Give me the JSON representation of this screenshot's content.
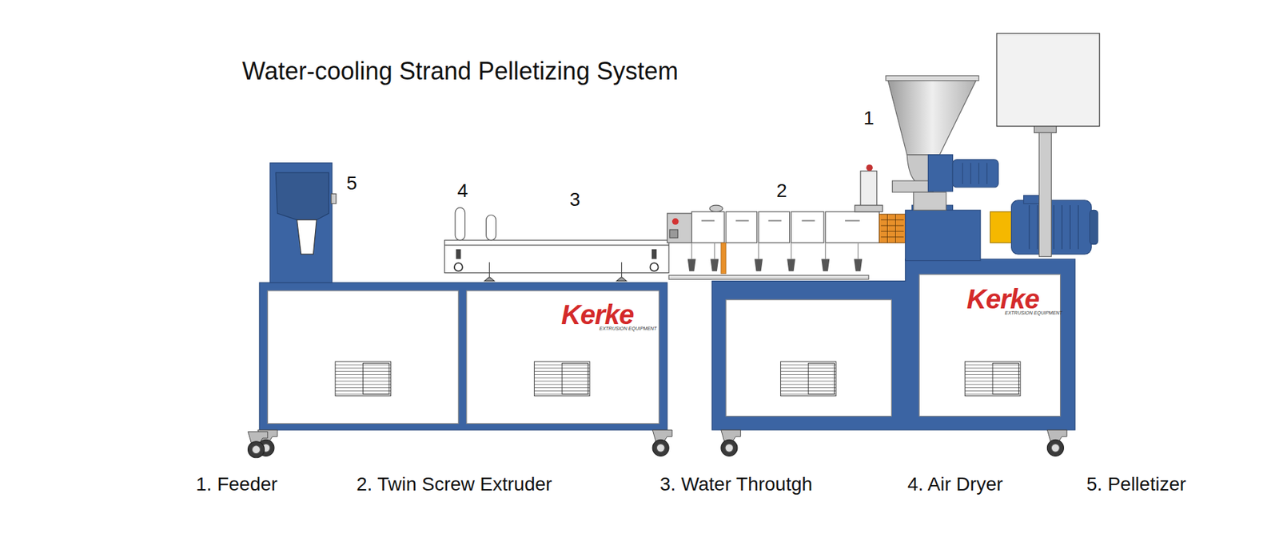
{
  "diagram": {
    "title": "Water-cooling Strand Pelletizing System",
    "labels": [
      "1",
      "5",
      "4",
      "3",
      "2",
      "Kerke",
      "EXTRUSION EQUIPMENT",
      "Kerke",
      "EXTRUSION EQUIPMENT",
      "1. Feeder",
      "2. Twin Screw Extruder",
      "3. Water Throutgh",
      "4. Air Dryer",
      "5. Pelletizer"
    ]
  }
}
